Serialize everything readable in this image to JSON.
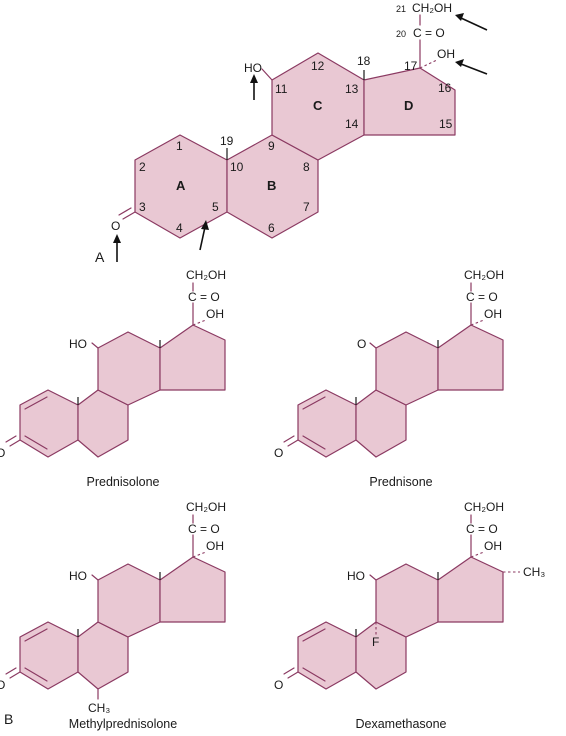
{
  "panel_a": {
    "panel_label": "A",
    "ring_labels": {
      "a": "A",
      "b": "B",
      "c": "C",
      "d": "D"
    },
    "carbon_numbers": [
      "1",
      "2",
      "3",
      "4",
      "5",
      "6",
      "7",
      "8",
      "9",
      "10",
      "11",
      "12",
      "13",
      "14",
      "15",
      "16",
      "17",
      "18",
      "19",
      "20",
      "21"
    ],
    "groups": {
      "c3_oxygen": "O",
      "c11_hydroxyl": "HO",
      "c17_hydroxyl": "OH",
      "c21_group": "CH₂OH",
      "c20_ketone": "C = O"
    }
  },
  "panel_b": {
    "panel_label": "B",
    "compounds": [
      {
        "name": "Prednisolone",
        "c11_group": "HO",
        "c21_group": "CH₂OH",
        "c20_group": "C = O",
        "c17_group": "OH"
      },
      {
        "name": "Prednisone",
        "c11_group": "O",
        "c21_group": "CH₂OH",
        "c20_group": "C = O",
        "c17_group": "OH"
      },
      {
        "name": "Methylprednisolone",
        "c11_group": "HO",
        "c21_group": "CH₂OH",
        "c20_group": "C = O",
        "c17_group": "OH",
        "c6_group": "CH₃"
      },
      {
        "name": "Dexamethasone",
        "c11_group": "HO",
        "c21_group": "CH₂OH",
        "c20_group": "C = O",
        "c17_group": "OH",
        "c9_group": "F",
        "c16_group": "CH₃"
      }
    ],
    "c3_oxygen": "O"
  },
  "colors": {
    "ring_fill": "#e9c8d3",
    "ring_stroke": "#8b3a62",
    "text": "#1a1a1a"
  }
}
